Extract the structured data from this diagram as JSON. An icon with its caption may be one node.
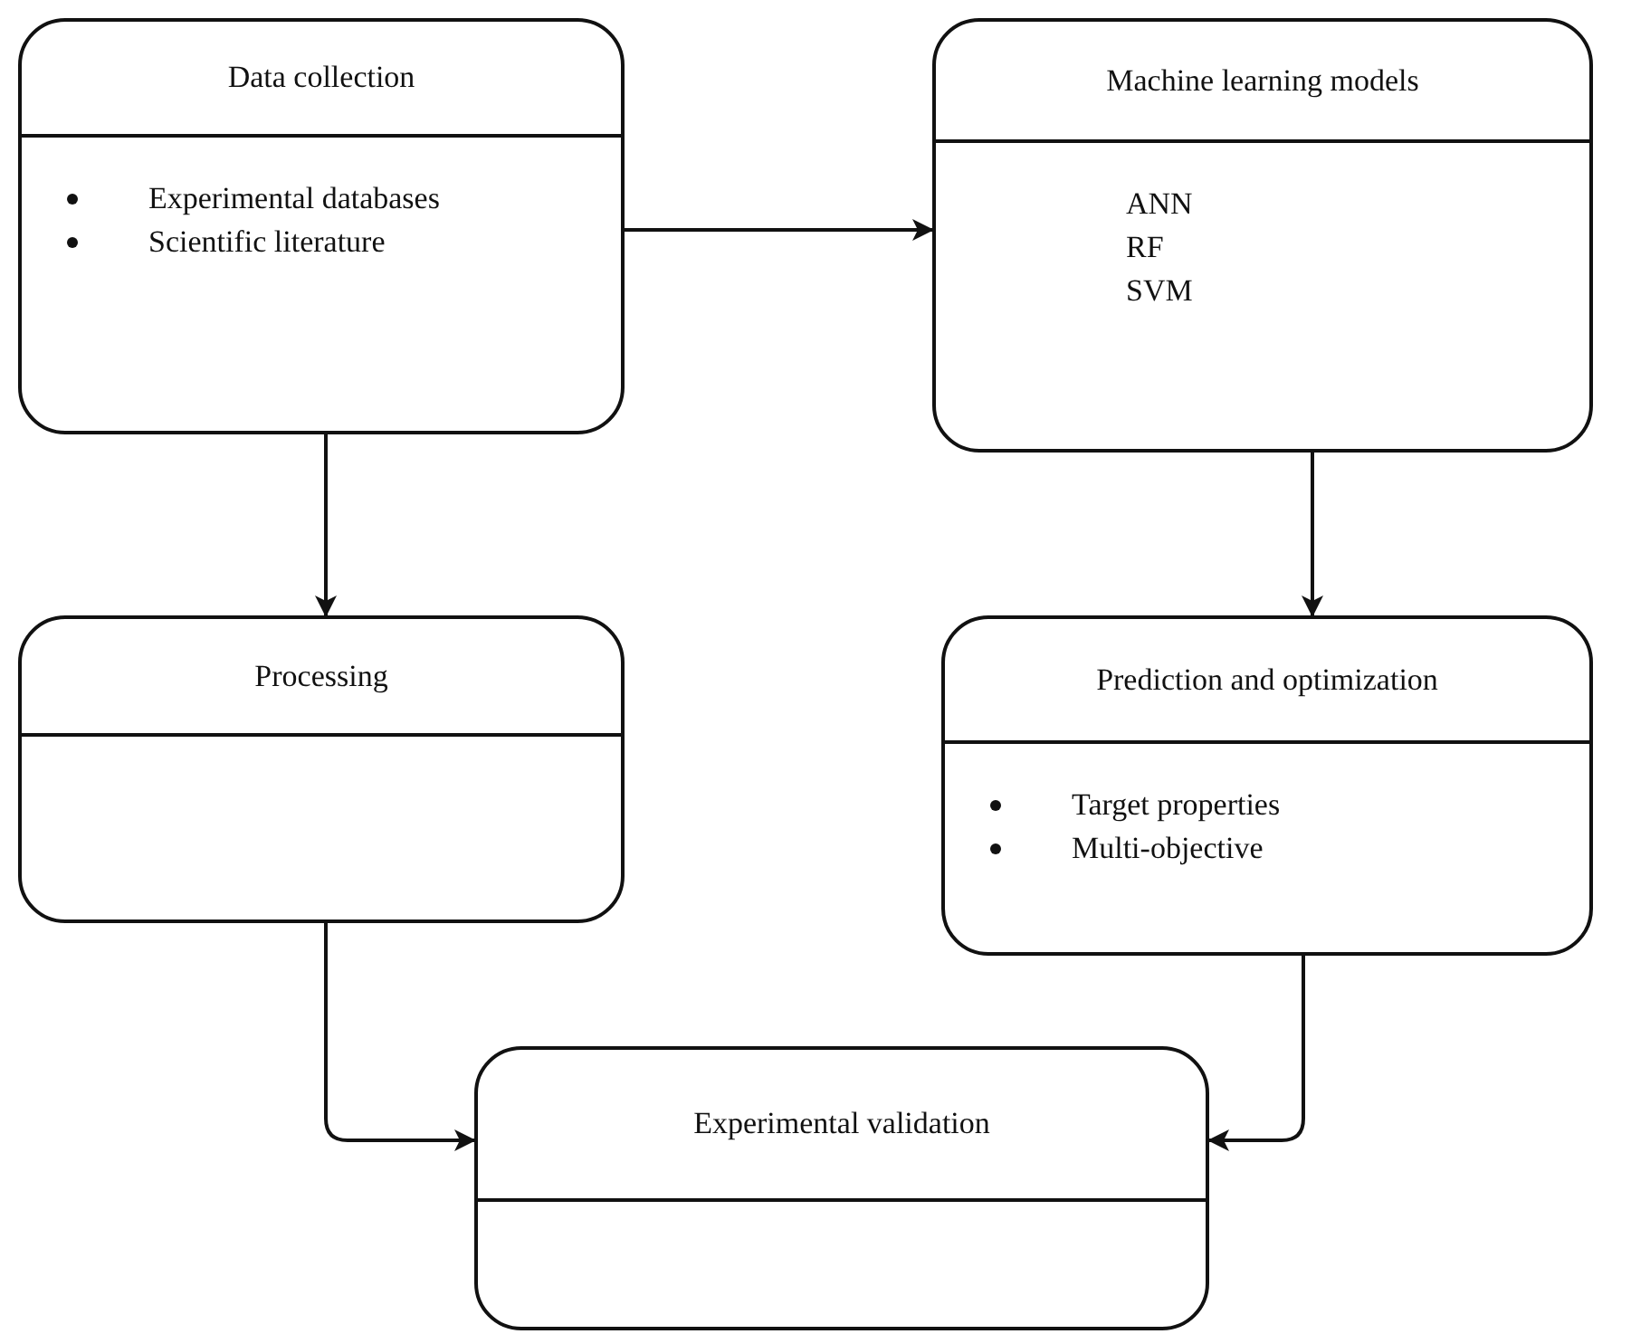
{
  "diagram": {
    "nodes": [
      {
        "text": [
          "Data collection",
          "Experimental databases",
          "Scientific literature"
        ]
      },
      {
        "text": [
          "Machine learning models",
          "ANN",
          "RF",
          "SVM"
        ]
      },
      {
        "text": [
          "Processing"
        ]
      },
      {
        "text": [
          "Prediction and optimization",
          "Target properties",
          "Multi-objective"
        ]
      },
      {
        "text": [
          "Experimental validation"
        ]
      }
    ],
    "edges": [
      {
        "from": 0,
        "to": 1,
        "arrow": "to"
      },
      {
        "from": 0,
        "to": 2,
        "arrow": "to"
      },
      {
        "from": 1,
        "to": 3,
        "arrow": "to"
      },
      {
        "from": 2,
        "to": 4,
        "arrow": "to"
      },
      {
        "from": 3,
        "to": 4,
        "arrow": "to"
      }
    ]
  }
}
